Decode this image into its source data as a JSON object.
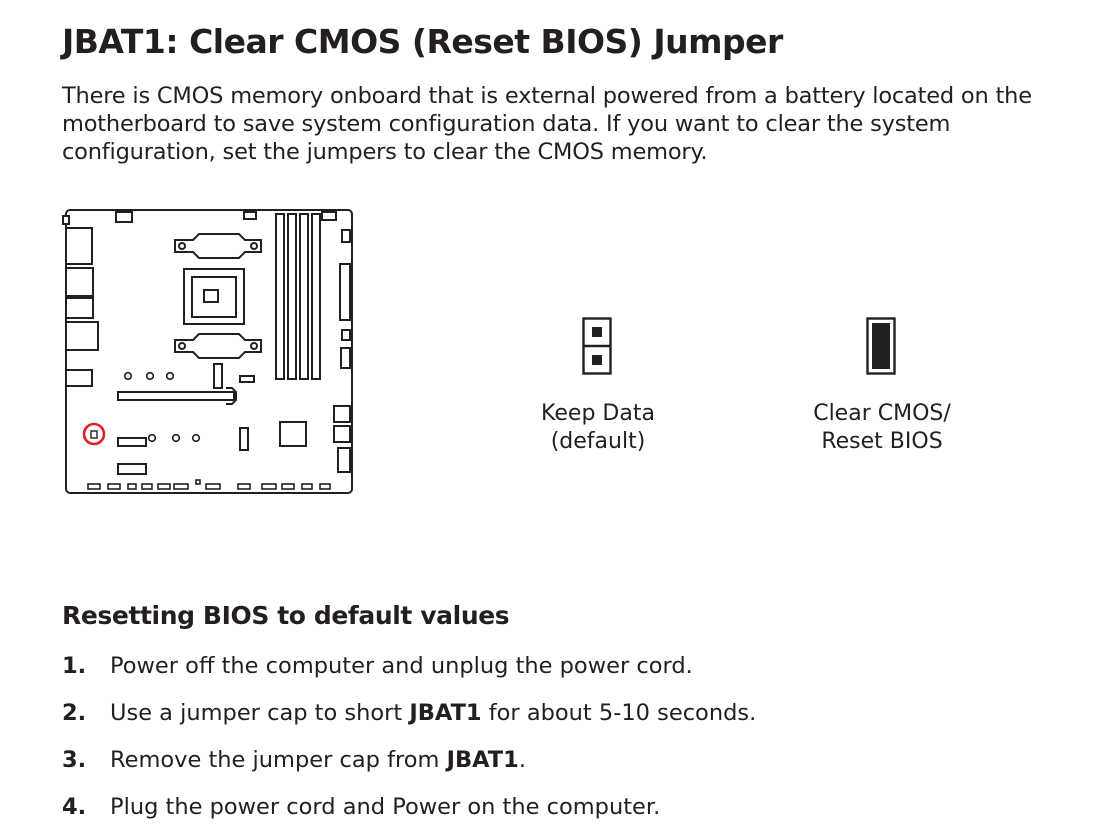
{
  "page": {
    "title": "JBAT1: Clear CMOS (Reset BIOS) Jumper",
    "intro": "There is CMOS memory onboard that is external powered from a battery located on the motherboard to save system configuration data. If you want to clear the system configuration, set the jumpers to clear the CMOS memory."
  },
  "jumpers": {
    "keep": {
      "line1": "Keep Data",
      "line2": "(default)"
    },
    "clear": {
      "line1": "Clear CMOS/",
      "line2": "Reset BIOS"
    }
  },
  "section": {
    "title": "Resetting BIOS to default values",
    "steps": [
      {
        "num": "1.",
        "pre": "Power off the computer and unplug the power cord.",
        "bold": "",
        "post": ""
      },
      {
        "num": "2.",
        "pre": "Use a jumper cap to short ",
        "bold": "JBAT1",
        "post": " for about 5-10 seconds."
      },
      {
        "num": "3.",
        "pre": "Remove the jumper cap from ",
        "bold": "JBAT1",
        "post": "."
      },
      {
        "num": "4.",
        "pre": "Plug the power cord and Power on the computer.",
        "bold": "",
        "post": ""
      }
    ]
  },
  "colors": {
    "ink": "#231f20",
    "highlight": "#e31e24"
  }
}
